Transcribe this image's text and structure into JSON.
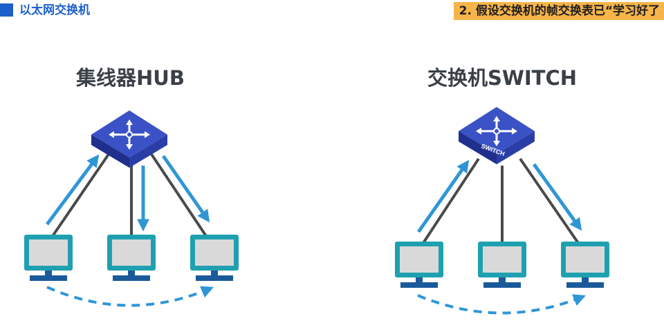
{
  "header": {
    "title": "以太网交换机",
    "note": "2. 假设交换机的帧交换表已“学习好了"
  },
  "hub_diagram": {
    "title": "集线器HUB",
    "device_icon": "hub-icon",
    "host_count": 3
  },
  "switch_diagram": {
    "title": "交换机SWITCH",
    "device_label": "SWITCH",
    "device_icon": "switch-icon",
    "host_count": 3
  },
  "colors": {
    "header_accent": "#1b5fc9",
    "note_background": "#f6b44a",
    "device_top": "#3a52c5",
    "device_side": "#1f2f8c",
    "arrow": "#2f96d6",
    "link": "#4a4a4a",
    "monitor_frame": "#1fa0b0",
    "monitor_screen": "#d9d9d9",
    "monitor_base": "#1a5a9a"
  }
}
